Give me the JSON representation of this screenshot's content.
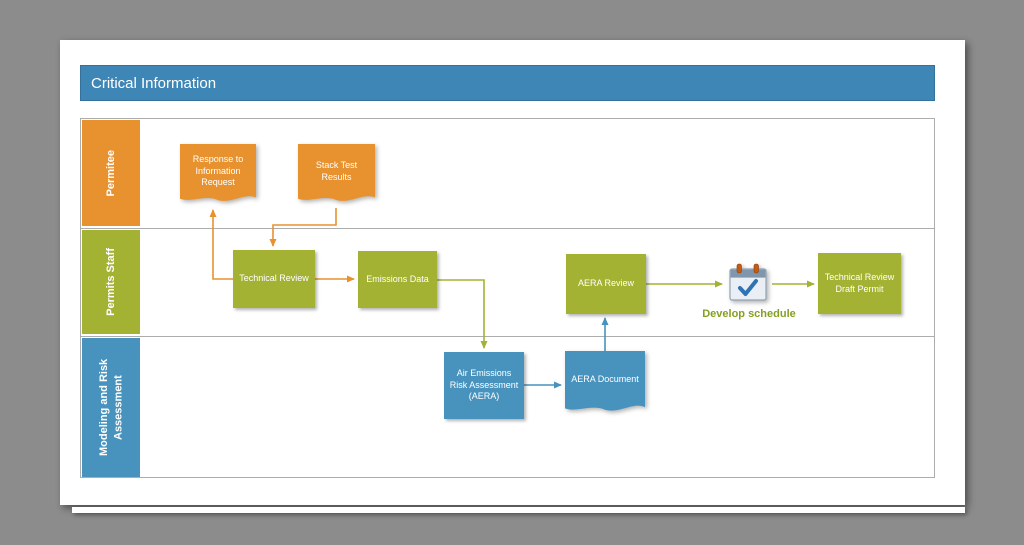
{
  "window": {
    "title_bar": "Critical Information"
  },
  "lanes": [
    {
      "id": "permitee",
      "label": "Permitee",
      "color": "#E8922F"
    },
    {
      "id": "permits-staff",
      "label": "Permits Staff",
      "color": "#A3B233"
    },
    {
      "id": "modeling-risk",
      "label": "Modeling and Risk Assessment",
      "color": "#4793BE"
    }
  ],
  "nodes": {
    "response_request": {
      "label": "Response to Information Request",
      "type": "document",
      "lane": "permitee"
    },
    "stack_test": {
      "label": "Stack Test Results",
      "type": "document",
      "lane": "permitee"
    },
    "technical_review": {
      "label": "Technical Review",
      "type": "process",
      "lane": "permits-staff"
    },
    "emissions_data": {
      "label": "Emissions Data",
      "type": "process",
      "lane": "permits-staff"
    },
    "aera_review": {
      "label": "AERA Review",
      "type": "process",
      "lane": "permits-staff"
    },
    "develop_schedule": {
      "label": "Develop schedule",
      "type": "icon-label",
      "icon": "calendar-check-icon",
      "lane": "permits-staff"
    },
    "draft_permit": {
      "label": "Technical Review Draft Permit",
      "type": "process",
      "lane": "permits-staff"
    },
    "aera": {
      "label": "Air Emissions Risk Assessment (AERA)",
      "type": "process",
      "lane": "modeling-risk"
    },
    "aera_document": {
      "label": "AERA Document",
      "type": "document",
      "lane": "modeling-risk"
    }
  },
  "edges": [
    {
      "from": "technical_review",
      "to": "response_request",
      "color": "#E8922F"
    },
    {
      "from": "stack_test",
      "to": "technical_review",
      "color": "#E8922F"
    },
    {
      "from": "technical_review",
      "to": "emissions_data",
      "color": "#E8922F"
    },
    {
      "from": "emissions_data",
      "to": "aera",
      "color": "#A3B233"
    },
    {
      "from": "aera",
      "to": "aera_document",
      "color": "#4793BE"
    },
    {
      "from": "aera_document",
      "to": "aera_review",
      "color": "#4793BE"
    },
    {
      "from": "aera_review",
      "to": "develop_schedule",
      "color": "#A3B233"
    },
    {
      "from": "develop_schedule",
      "to": "draft_permit",
      "color": "#A3B233"
    }
  ],
  "colors": {
    "orange": "#E8922F",
    "olive": "#A3B233",
    "blue": "#4793BE",
    "title_bar": "#3E86B5",
    "canvas_background": "#8C8C8C"
  }
}
